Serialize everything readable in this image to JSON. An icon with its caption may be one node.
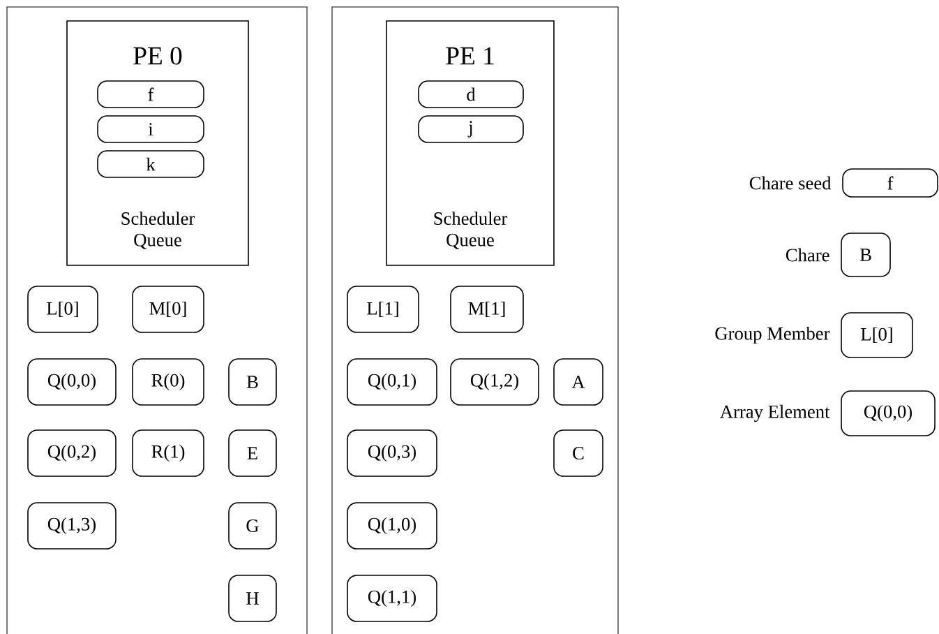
{
  "diagram": {
    "nodes": [
      {
        "text": [],
        "shape": "box"
      },
      {
        "text": [
          "PE 0",
          "Scheduler Queue"
        ],
        "in": 0
      },
      {
        "text": [
          "f"
        ],
        "in": 1
      },
      {
        "text": [
          "i"
        ],
        "in": 1
      },
      {
        "text": [
          "k"
        ],
        "in": 1
      },
      {
        "text": [
          "L[0]"
        ],
        "in": 0
      },
      {
        "text": [
          "M[0]"
        ],
        "in": 0
      },
      {
        "text": [
          "Q(0,0)"
        ],
        "in": 0
      },
      {
        "text": [
          "R(0)"
        ],
        "in": 0
      },
      {
        "text": [
          "B"
        ],
        "in": 0
      },
      {
        "text": [
          "Q(0,2)"
        ],
        "in": 0
      },
      {
        "text": [
          "R(1)"
        ],
        "in": 0
      },
      {
        "text": [
          "E"
        ],
        "in": 0
      },
      {
        "text": [
          "Q(1,3)"
        ],
        "in": 0
      },
      {
        "text": [
          "G"
        ],
        "in": 0
      },
      {
        "text": [
          "H"
        ],
        "in": 0
      },
      {
        "text": [],
        "shape": "box"
      },
      {
        "text": [
          "PE 1",
          "Scheduler Queue"
        ],
        "in": 16
      },
      {
        "text": [
          "d"
        ],
        "in": 17
      },
      {
        "text": [
          "j"
        ],
        "in": 17
      },
      {
        "text": [
          "L[1]"
        ],
        "in": 16
      },
      {
        "text": [
          "M[1]"
        ],
        "in": 16
      },
      {
        "text": [
          "Q(0,1)"
        ],
        "in": 16
      },
      {
        "text": [
          "Q(1,2)"
        ],
        "in": 16
      },
      {
        "text": [
          "A"
        ],
        "in": 16
      },
      {
        "text": [
          "Q(0,3)"
        ],
        "in": 16
      },
      {
        "text": [
          "C"
        ],
        "in": 16
      },
      {
        "text": [
          "Q(1,0)"
        ],
        "in": 16
      },
      {
        "text": [
          "Q(1,1)"
        ],
        "in": 16
      },
      {
        "text": [
          "f"
        ],
        "beside": [
          "Chare seed"
        ]
      },
      {
        "text": [
          "B"
        ],
        "beside": [
          "Chare"
        ]
      },
      {
        "text": [
          "L[0]"
        ],
        "beside": [
          "Group Member"
        ]
      },
      {
        "text": [
          "Q(0,0)"
        ],
        "beside": [
          "Array Element"
        ]
      }
    ]
  }
}
